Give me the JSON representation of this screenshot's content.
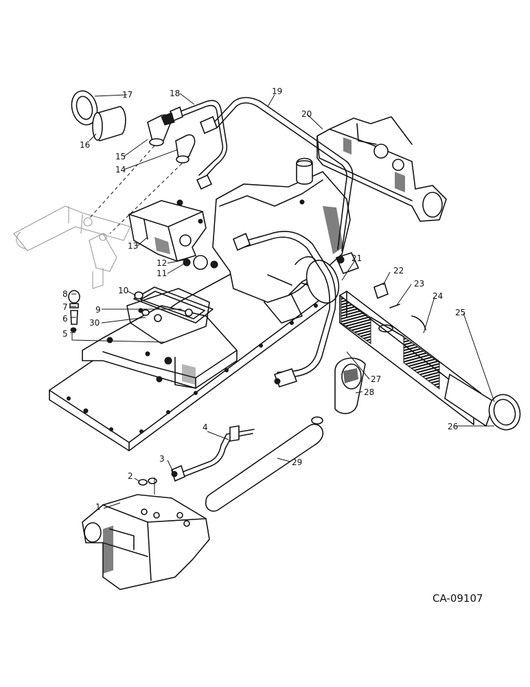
{
  "figure_id": "CA-09107",
  "callouts": [
    "1",
    "2",
    "3",
    "4",
    "5",
    "6",
    "7",
    "8",
    "9",
    "10",
    "11",
    "12",
    "13",
    "14",
    "15",
    "16",
    "17",
    "18",
    "19",
    "20",
    "21",
    "22",
    "23",
    "24",
    "25",
    "26",
    "27",
    "28",
    "29",
    "30"
  ]
}
